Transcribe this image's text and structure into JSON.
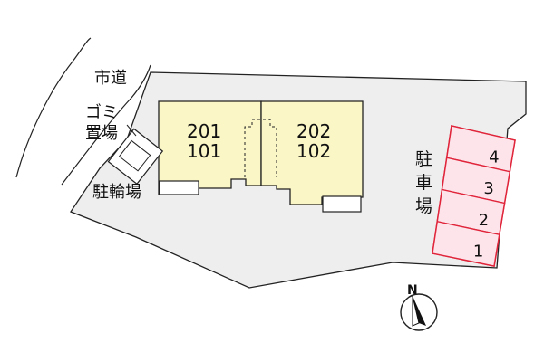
{
  "labels": {
    "road": "市道",
    "garbage_line1": "ゴミ",
    "garbage_line2": "置場",
    "bicycle_parking": "駐輪場",
    "parking_c1": "駐",
    "parking_c2": "車",
    "parking_c3": "場"
  },
  "building_left": {
    "upper_unit": "201",
    "lower_unit": "101"
  },
  "building_right": {
    "upper_unit": "202",
    "lower_unit": "102"
  },
  "parking_spaces": [
    {
      "number": "4"
    },
    {
      "number": "3"
    },
    {
      "number": "2"
    },
    {
      "number": "1"
    }
  ],
  "compass": {
    "north_label": "N"
  },
  "colors": {
    "lot_fill": "#eeeeee",
    "building_fill": "#fbf6c5",
    "parking_fill": "#fde3ea",
    "parking_stroke": "#e0243a",
    "outline": "#222222"
  }
}
